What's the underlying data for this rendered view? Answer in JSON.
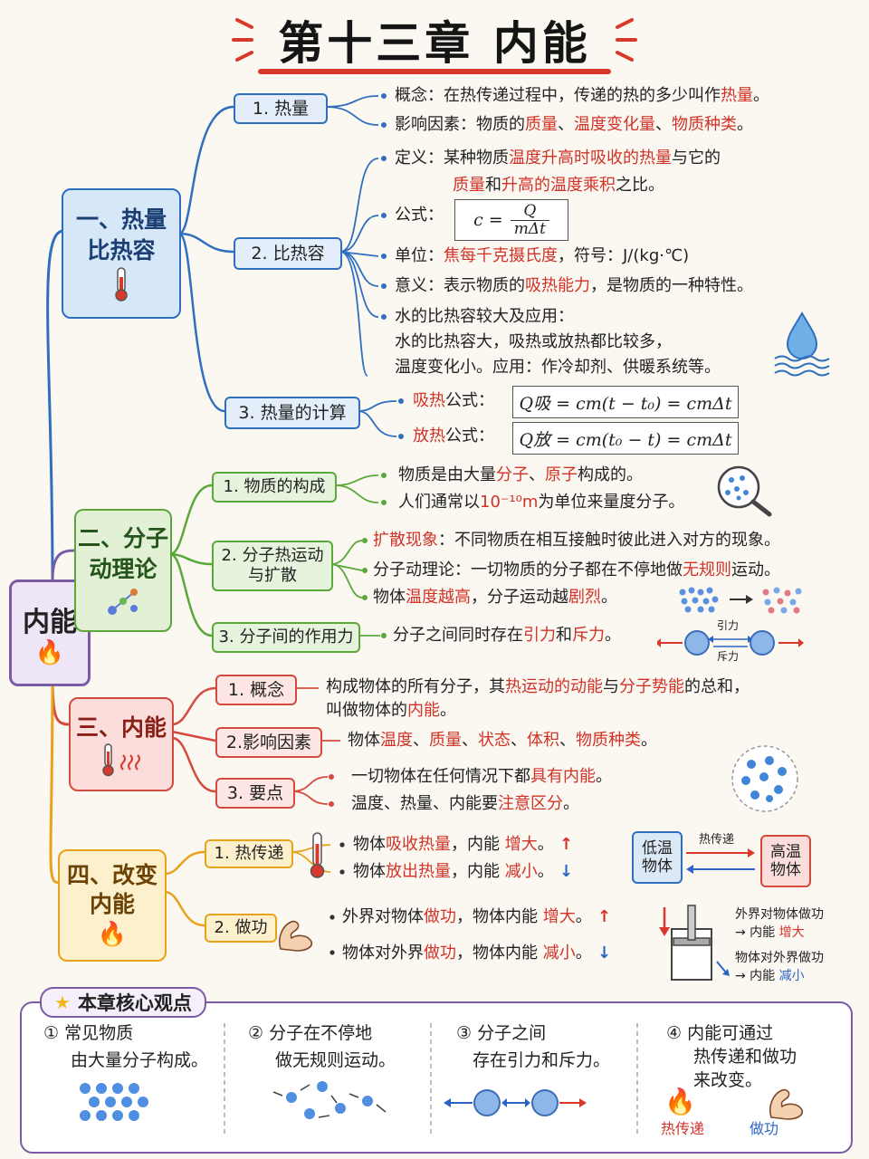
{
  "title": "第十三章 内能",
  "root": "内能",
  "colors": {
    "blue": "#2f6fbe",
    "green": "#5aa83a",
    "red": "#d54a3e",
    "orange": "#e8a21c",
    "purple": "#7b5aa6"
  },
  "s1": {
    "title_l1": "一、热量",
    "title_l2": "比热容",
    "sub1": "1. 热量",
    "sub1_items": [
      [
        "概念：在热传递过程中，传递的热的多少叫作",
        "热量",
        "。"
      ],
      [
        "影响因素：物质的",
        "质量",
        "、",
        "温度变化量",
        "、",
        "物质种类",
        "。"
      ]
    ],
    "sub2": "2. 比热容",
    "def_l1": [
      "定义：某种物质",
      "温度升高时吸收的热量",
      "与它的"
    ],
    "def_l2": [
      "质量",
      "和",
      "升高的温度乘积",
      "之比。"
    ],
    "formula_label": "公式：",
    "formula_c": "c =",
    "formula_num": "Q",
    "formula_den": "mΔt",
    "unit": [
      "单位：",
      "焦每千克摄氏度",
      "，符号：J/(kg·℃)"
    ],
    "meaning": [
      "意义：表示物质的",
      "吸热能力",
      "，是物质的一种特性。"
    ],
    "water_l1": "水的比热容较大及应用：",
    "water_l2": "水的比热容大，吸热或放热都比较多，",
    "water_l3": "温度变化小。应用：作冷却剂、供暖系统等。",
    "sub3": "3. 热量的计算",
    "absorb_label": [
      "吸热",
      "公式："
    ],
    "absorb_formula": "Q吸 = cm(t − t₀) = cmΔt",
    "release_label": [
      "放热",
      "公式："
    ],
    "release_formula": "Q放 = cm(t₀ − t) = cmΔt"
  },
  "s2": {
    "title_l1": "二、分子",
    "title_l2": "动理论",
    "sub1": "1. 物质的构成",
    "sub1_items": [
      [
        "物质是由大量",
        "分子",
        "、",
        "原子",
        "构成的。"
      ],
      [
        "人们通常以",
        "10⁻¹⁰m",
        "为单位来量度分子。"
      ]
    ],
    "sub2_l1": "2. 分子热运动",
    "sub2_l2": "与扩散",
    "sub2_items": [
      [
        "扩散现象",
        "：不同物质在相互接触时彼此进入对方的现象。"
      ],
      [
        "分子动理论：一切物质的分子都在不停地做",
        "无规则",
        "运动。"
      ],
      [
        "物体",
        "温度越高",
        "，分子运动越",
        "剧烈",
        "。"
      ]
    ],
    "sub3": "3. 分子间的作用力",
    "sub3_item": [
      "分子之间同时存在",
      "引力",
      "和",
      "斥力",
      "。"
    ],
    "force_attract": "引力",
    "force_repel": "斥力"
  },
  "s3": {
    "title": "三、内能",
    "sub1": "1. 概念",
    "sub1_l1": [
      "构成物体的所有分子，其",
      "热运动的动能",
      "与",
      "分子势能",
      "的总和，"
    ],
    "sub1_l2": [
      "叫做物体的",
      "内能",
      "。"
    ],
    "sub2": "2.影响因素",
    "sub2_item": [
      "物体",
      "温度",
      "、",
      "质量",
      "、",
      "状态",
      "、",
      "体积",
      "、",
      "物质种类",
      "。"
    ],
    "sub3": "3. 要点",
    "sub3_items": [
      [
        "一切物体在任何情况下都",
        "具有内能",
        "。"
      ],
      [
        "温度、热量、内能要",
        "注意区分",
        "。"
      ]
    ]
  },
  "s4": {
    "title_l1": "四、改变",
    "title_l2": "内能",
    "sub1": "1. 热传递",
    "sub1_items": [
      [
        "物体",
        "吸收热量",
        "，内能 ",
        "增大",
        "。"
      ],
      [
        "物体",
        "放出热量",
        "，内能 ",
        "减小",
        "。"
      ]
    ],
    "low_l1": "低温",
    "low_l2": "物体",
    "high_l1": "高温",
    "high_l2": "物体",
    "transfer_label": "热传递",
    "sub2": "2. 做功",
    "sub2_items": [
      [
        "外界对物体",
        "做功",
        "，物体内能 ",
        "增大",
        "。"
      ],
      [
        "物体对外界",
        "做功",
        "，物体内能 ",
        "减小",
        "。"
      ]
    ],
    "note1_l1": "外界对物体做功",
    "note1_l2": [
      "→ 内能 ",
      "增大"
    ],
    "note2_l1": "物体对外界做功",
    "note2_l2": [
      "→ 内能 ",
      "减小"
    ]
  },
  "core": {
    "title": "本章核心观点",
    "items": [
      {
        "num": "①",
        "l1": "常见物质",
        "l2": "由大量分子构成。"
      },
      {
        "num": "②",
        "l1": "分子在不停地",
        "l2": "做无规则运动。"
      },
      {
        "num": "③",
        "l1": "分子之间",
        "l2": "存在引力和斥力。"
      },
      {
        "num": "④",
        "l1": "内能可通过",
        "l2": "热传递和做功",
        "l3": "来改变。"
      }
    ],
    "label_heat": "热传递",
    "label_work": "做功"
  }
}
